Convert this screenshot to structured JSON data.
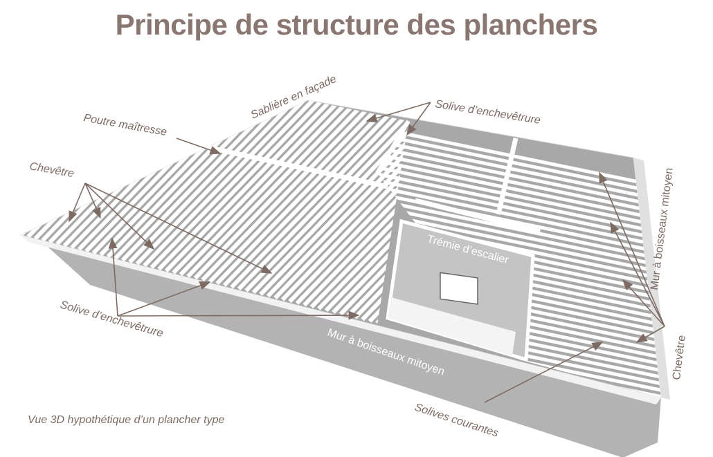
{
  "title": "Principe de structure des planchers",
  "labels": {
    "sabliere": "Sablière en façade",
    "poutre": "Poutre maîtresse",
    "chevetre_left": "Chevêtre",
    "solive_ench_top": "Solive d’enchevêtrure",
    "solive_ench_left": "Solive d’enchevêtrure",
    "mur_right": "Mur à boisseaux mitoyen",
    "mur_front": "Mur à boisseaux mitoyen",
    "tremie": "Trémie d’escalier",
    "chevetre_right": "Chevêtre",
    "solives_courantes": "Solives courantes",
    "caption": "Vue 3D hypothétique d’un plancher type"
  },
  "colors": {
    "text": "#7d6a63",
    "wall": "#b3b3b3",
    "joist": "#ffffff",
    "gap": "#9a9a9a"
  }
}
